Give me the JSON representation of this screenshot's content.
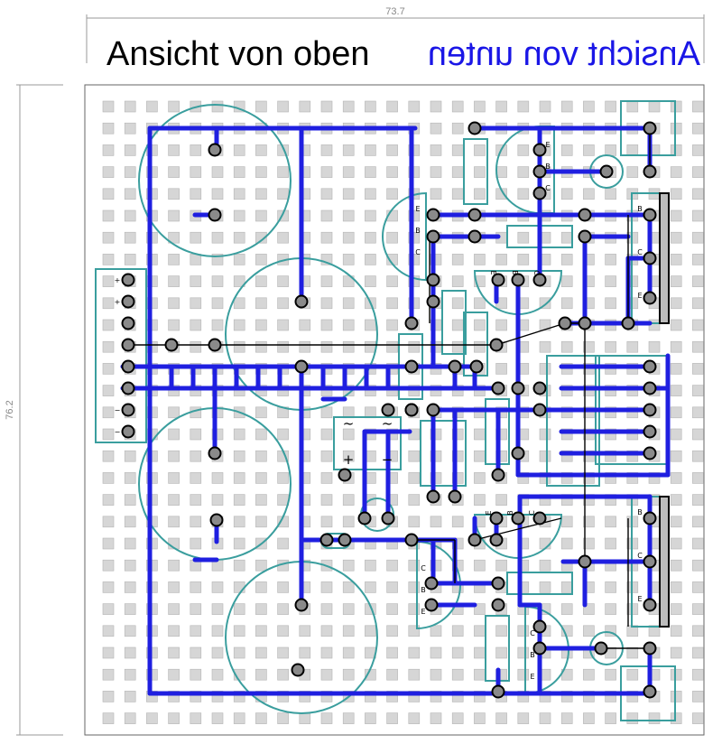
{
  "dimensions": {
    "width_label": "73.7",
    "height_label": "76.2"
  },
  "titles": {
    "top_view": "Ansicht von oben",
    "bottom_view": "Ansicht von unten"
  },
  "colors": {
    "track": "#1f1fe0",
    "outline": "#3a9e9e",
    "pad": "#d6d6d6",
    "solder": "#8a8a8a",
    "wire": "#000000",
    "connector_bar": "#bcbcbc",
    "title_bottom": "#1a16e6"
  },
  "pin_labels": {
    "emitter": "E",
    "base": "B",
    "collector": "C",
    "plus": "+",
    "minus": "−",
    "tilde": "~",
    "bridge_plus": "+",
    "bridge_minus": "−"
  }
}
